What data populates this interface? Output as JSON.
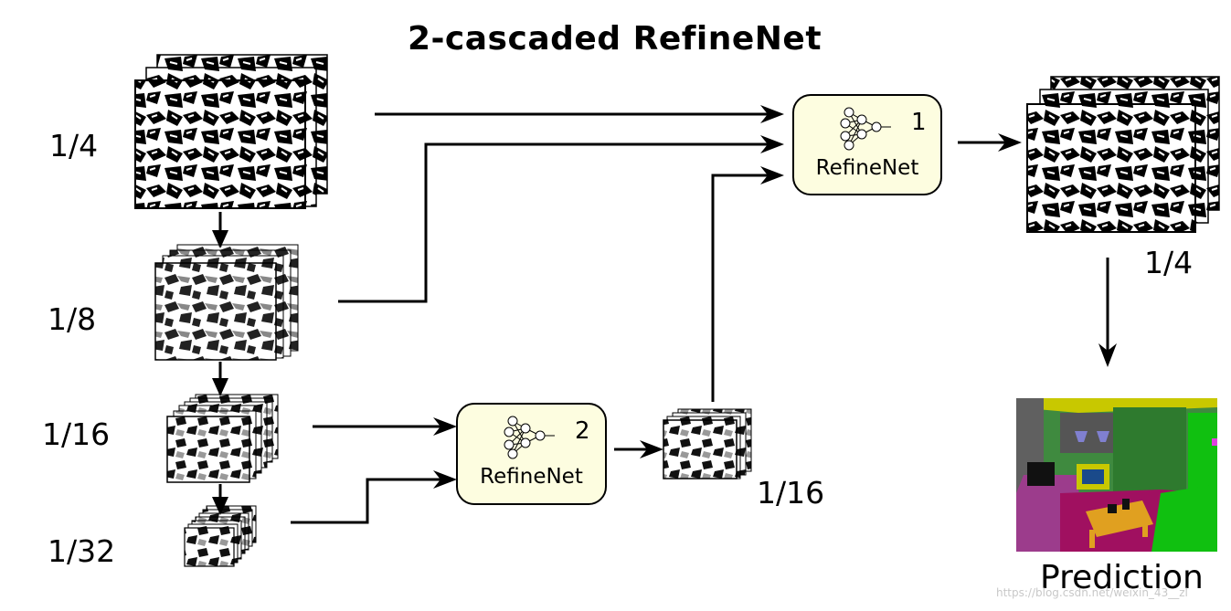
{
  "title": "2-cascaded RefineNet",
  "scales": {
    "input_1_4": "1/4",
    "input_1_8": "1/8",
    "input_1_16": "1/16",
    "input_1_32": "1/32",
    "mid_1_16": "1/16",
    "output_1_4": "1/4"
  },
  "refinenet_blocks": [
    {
      "number": "1",
      "label": "RefineNet"
    },
    {
      "number": "2",
      "label": "RefineNet"
    }
  ],
  "prediction_label": "Prediction",
  "watermark": "https://blog.csdn.net/weixin_43__zl",
  "colors": {
    "block_fill": "#fdfde0",
    "arrow": "#000000",
    "seg_green": "#3f8a3f",
    "seg_yellow": "#c8c800",
    "seg_magenta": "#9c3c8c",
    "seg_crimson": "#a01060",
    "seg_orange": "#e0a020",
    "seg_bright_green": "#10c010",
    "seg_gray": "#606060"
  }
}
